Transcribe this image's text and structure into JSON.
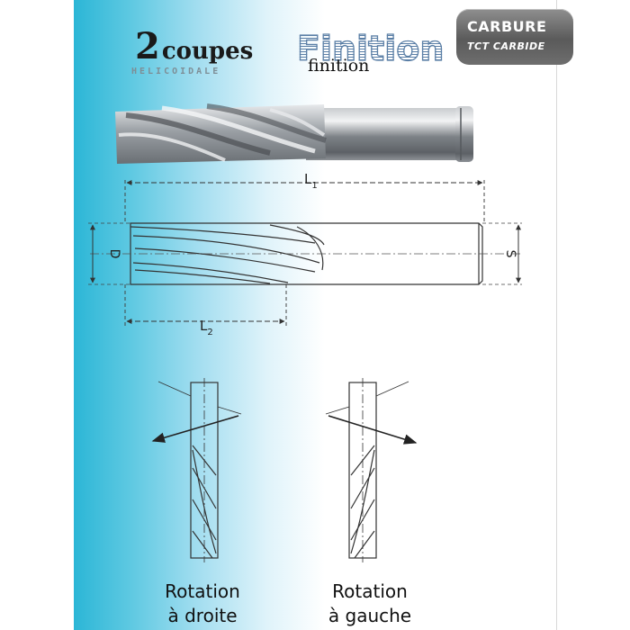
{
  "header": {
    "flutes_number": "2",
    "flutes_word": "coupes",
    "flute_type": "HELICOIDALE",
    "finish_heading": "Finition",
    "finish_label": "finition"
  },
  "badge": {
    "material": "CARBURE",
    "material_alt": "TCT CARBIDE"
  },
  "dimensions": {
    "total_length": "L",
    "total_length_sub": "1",
    "cutting_length": "L",
    "cutting_length_sub": "2",
    "cutting_diameter": "D",
    "shank_diameter": "S"
  },
  "rotation": {
    "right": {
      "line1": "Rotation",
      "line2": "à droite"
    },
    "left": {
      "line1": "Rotation",
      "line2": "à gauche"
    }
  },
  "colors": {
    "background_gradient_start": "#2bb6d6",
    "background_gradient_end": "#ffffff",
    "badge": "#6b6b6b",
    "ink": "#111111"
  }
}
